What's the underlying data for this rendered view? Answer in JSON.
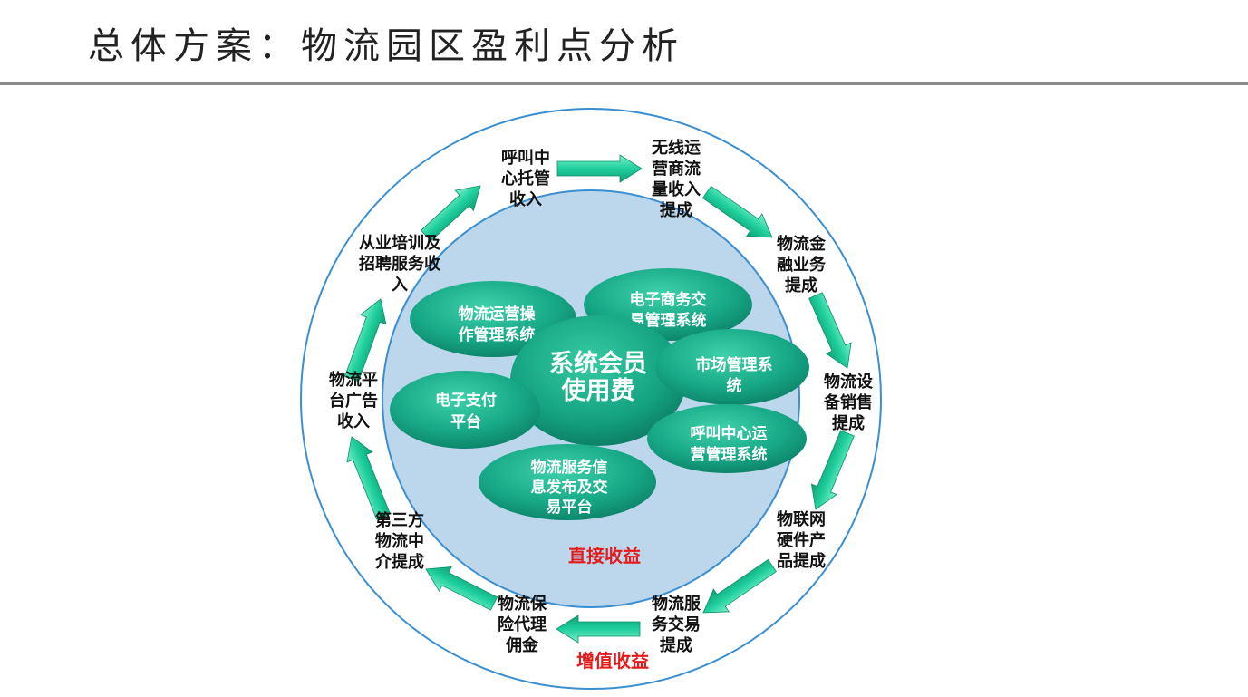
{
  "page": {
    "title": "总体方案：物流园区盈利点分析"
  },
  "diagram": {
    "core": [
      "系统会员",
      "使用费"
    ],
    "systems": [
      [
        "物流运营操",
        "作管理系统"
      ],
      [
        "电子商务交",
        "易管理系统"
      ],
      [
        "市场管理系",
        "统"
      ],
      [
        "呼叫中心运",
        "营管理系统"
      ],
      [
        "物流服务信",
        "息发布及交",
        "易平台"
      ],
      [
        "电子支付",
        "平台"
      ]
    ],
    "direct_income_label": "直接收益",
    "value_added_label": "增值收益",
    "revenue_points": [
      [
        "呼叫中",
        "心托管",
        "收入"
      ],
      [
        "无线运",
        "营商流",
        "量收入",
        "提成"
      ],
      [
        "物流金",
        "融业务",
        "提成"
      ],
      [
        "物流设",
        "备销售",
        "提成"
      ],
      [
        "物联网",
        "硬件产",
        "品提成"
      ],
      [
        "物流服",
        "务交易",
        "提成"
      ],
      [
        "物流保",
        "险代理",
        "佣金"
      ],
      [
        "第三方",
        "物流中",
        "介提成"
      ],
      [
        "物流平",
        "台广告",
        "收入"
      ],
      [
        "从业培训及",
        "招聘服务收",
        "入"
      ]
    ],
    "colors": {
      "outer_ring": "#3b8fd0",
      "inner_disk": "#bcd7ec",
      "node_fill": "#17a987",
      "arrow_fill": "#1fcf9c",
      "highlight_text": "#e31b1b"
    }
  }
}
